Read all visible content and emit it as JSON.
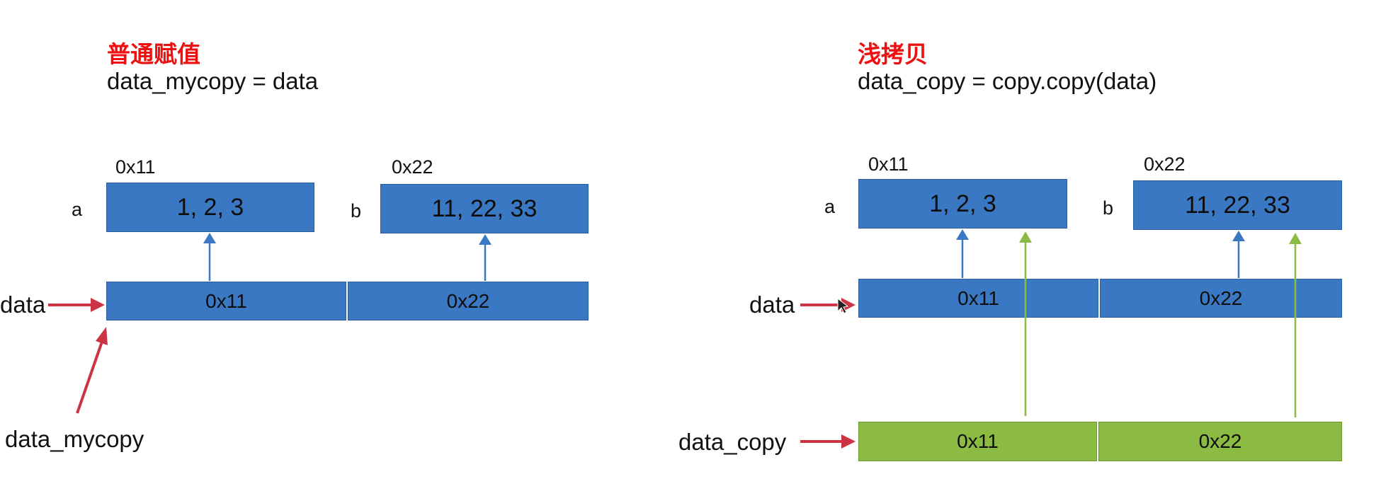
{
  "left": {
    "heading": "普通赋值",
    "code": "data_mycopy = data",
    "obj_a": {
      "name": "a",
      "addr": "0x11",
      "value": "1, 2, 3"
    },
    "obj_b": {
      "name": "b",
      "addr": "0x22",
      "value": "11, 22, 33"
    },
    "list_label": "data",
    "list_cells": [
      "0x11",
      "0x22"
    ],
    "alias_label": "data_mycopy"
  },
  "right": {
    "heading": "浅拷贝",
    "code": "data_copy = copy.copy(data)",
    "obj_a": {
      "name": "a",
      "addr": "0x11",
      "value": "1, 2, 3"
    },
    "obj_b": {
      "name": "b",
      "addr": "0x22",
      "value": "11, 22, 33"
    },
    "list_label": "data",
    "list_cells": [
      "0x11",
      "0x22"
    ],
    "copy_label": "data_copy",
    "copy_cells": [
      "0x11",
      "0x22"
    ]
  },
  "colors": {
    "heading": "#ee1010",
    "box_blue": "#3a78c3",
    "box_green": "#8bbb42",
    "ref_arrow_blue": "#3a78c3",
    "ref_arrow_green": "#8bbb42",
    "pointer_arrow_red": "#cc3344"
  }
}
